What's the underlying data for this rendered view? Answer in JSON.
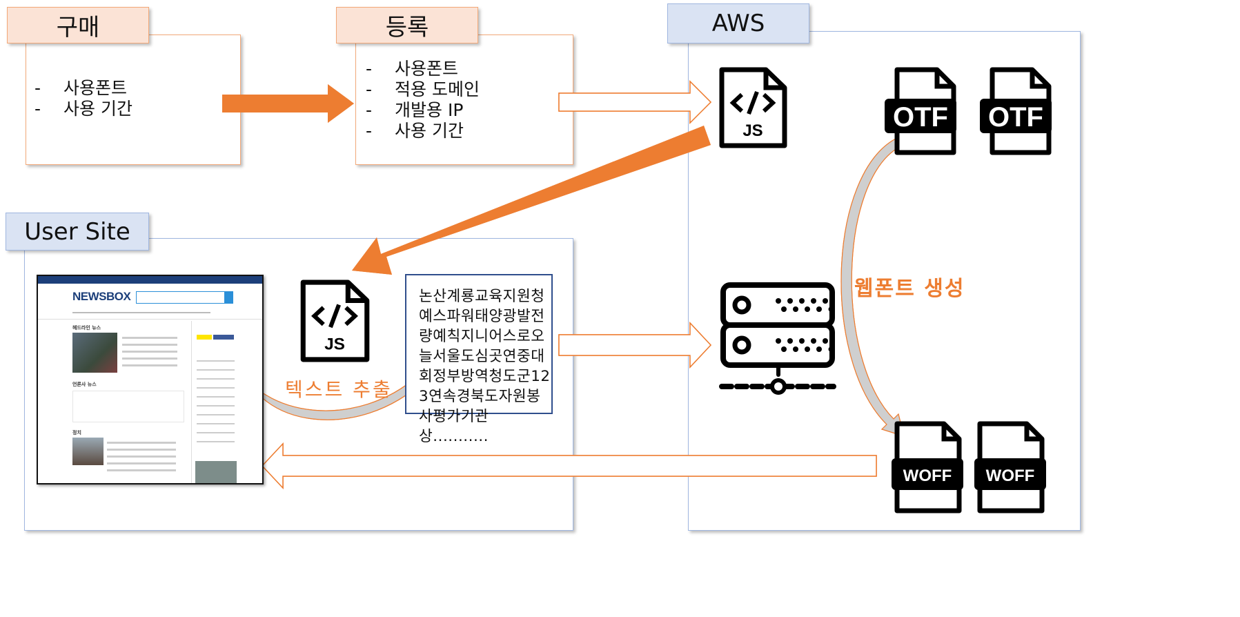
{
  "colors": {
    "accent_orange": "#ed7d31",
    "label_peach": "#fbe3d6",
    "label_blue": "#dae3f3",
    "panel_blue_border": "#9fb6e0",
    "textbox_border": "#2f4e8c"
  },
  "purchase": {
    "title": "구매",
    "items": [
      "사용폰트",
      "사용 기간"
    ]
  },
  "register": {
    "title": "등록",
    "items": [
      "사용폰트",
      "적용 도메인",
      "개발용 IP",
      "사용 기간"
    ]
  },
  "aws": {
    "title": "AWS",
    "icons": {
      "js": "JS",
      "otf": [
        "OTF",
        "OTF"
      ],
      "woff": [
        "WOFF",
        "WOFF"
      ],
      "server": "server-icon"
    },
    "webfont_label": "웹폰트 생성"
  },
  "user_site": {
    "title": "User Site",
    "js_icon": "JS",
    "extract_label": "텍스트 추출",
    "extracted_text": [
      "논산계룡교육지원청",
      "예스파워태양광발전",
      "량예칙지니어스로오",
      "늘서울도심곳연중대",
      "회정부방역청도군12",
      "3연속경북도자원봉",
      "사평가기관상..........."
    ],
    "thumbnail": {
      "logo": "NEWSBOX",
      "headline": "헤드라인 뉴스",
      "press": "언론사 뉴스",
      "politics": "정치"
    }
  }
}
